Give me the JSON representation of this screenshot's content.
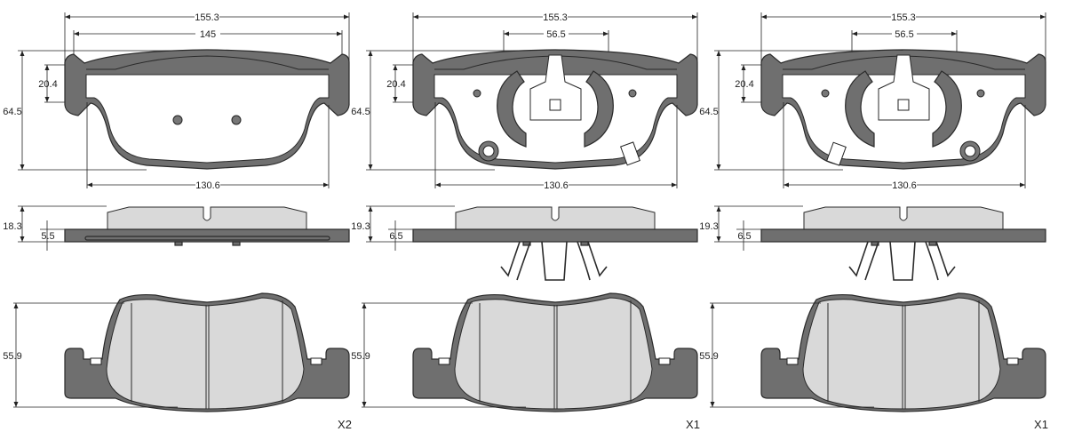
{
  "views": [
    {
      "overall_width": "155.3",
      "inner_width": "145",
      "clip_width": null,
      "height_total": "64.5",
      "ear_height": "20.4",
      "bottom_width": "130.6",
      "thickness_total": "18.3",
      "plate_thickness": "5.5",
      "friction_height": "55.9",
      "quantity": "X2",
      "variant": "plain"
    },
    {
      "overall_width": "155.3",
      "inner_width": null,
      "clip_width": "56.5",
      "height_total": "64.5",
      "ear_height": "20.4",
      "bottom_width": "130.6",
      "thickness_total": "19.3",
      "plate_thickness": "6.5",
      "friction_height": "55.9",
      "quantity": "X1",
      "variant": "sensor-right"
    },
    {
      "overall_width": "155.3",
      "inner_width": null,
      "clip_width": "56.5",
      "height_total": "64.5",
      "ear_height": "20.4",
      "bottom_width": "130.6",
      "thickness_total": "19.3",
      "plate_thickness": "6.5",
      "friction_height": "55.9",
      "quantity": "X1",
      "variant": "sensor-left"
    }
  ]
}
